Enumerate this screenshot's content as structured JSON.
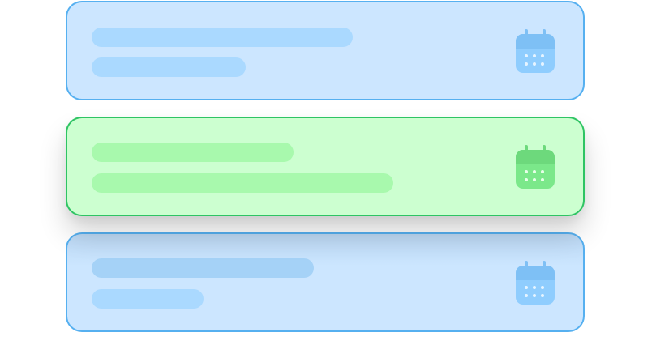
{
  "colors": {
    "blue_card_bg": "#cce6ff",
    "blue_card_border": "#56b0f0",
    "blue_bar": "#aad9ff",
    "blue_icon": "#8fcdfe",
    "blue_icon_top": "#7ec0f5",
    "green_card_bg": "#ccffd0",
    "green_card_border": "#2ec463",
    "green_bar": "#a8f9ad",
    "green_icon": "#7be88a",
    "green_icon_top": "#6dd97c"
  },
  "cards": [
    {
      "state": "default",
      "icon": "calendar-icon"
    },
    {
      "state": "selected",
      "icon": "calendar-icon"
    },
    {
      "state": "default",
      "icon": "calendar-icon"
    }
  ]
}
